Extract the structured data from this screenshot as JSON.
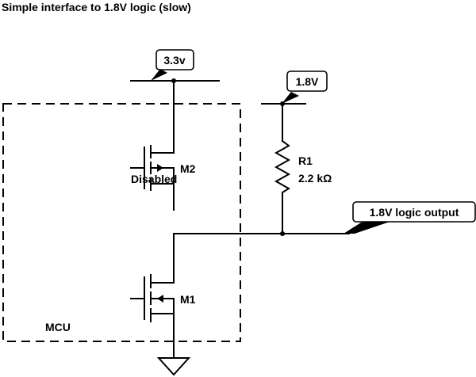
{
  "title": "Simple interface to 1.8V logic (slow)",
  "tags": {
    "supply_33": "3.3v",
    "supply_18": "1.8V",
    "output": "1.8V logic output"
  },
  "resistor": {
    "ref": "R1",
    "value": "2.2 kΩ"
  },
  "transistors": {
    "upper": {
      "ref": "M2",
      "state": "Disabled"
    },
    "lower": {
      "ref": "M1"
    }
  },
  "mcu_label": "MCU"
}
